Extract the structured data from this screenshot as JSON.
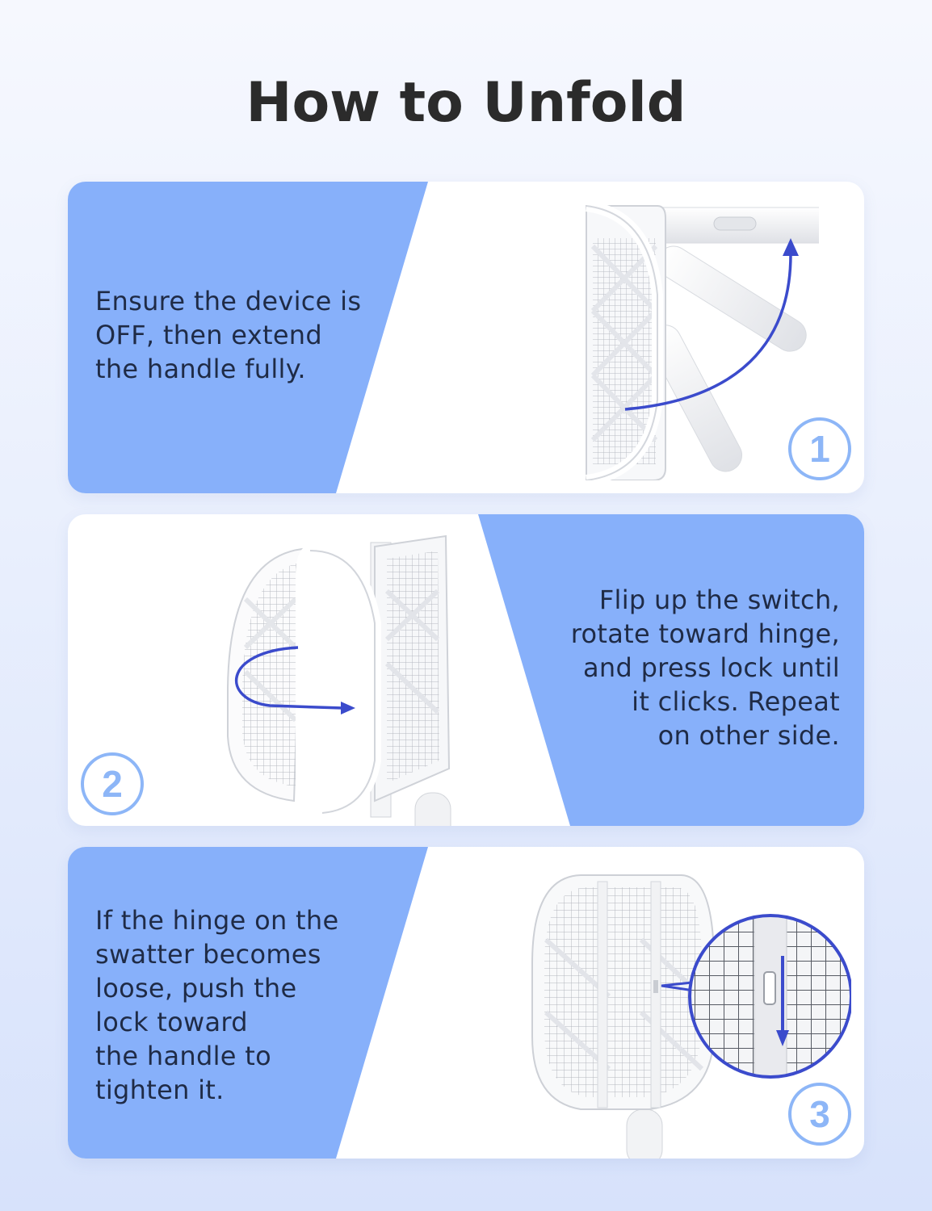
{
  "title": "How to Unfold",
  "steps": [
    {
      "number": "1",
      "lines": [
        "Ensure the device is",
        "OFF, then extend",
        "the handle fully."
      ]
    },
    {
      "number": "2",
      "lines": [
        "Flip up the switch,",
        "rotate toward hinge,",
        "and press lock until",
        "it clicks. Repeat",
        "on other side."
      ]
    },
    {
      "number": "3",
      "lines": [
        "If the hinge on the",
        "swatter becomes",
        "loose, push the",
        "lock toward",
        "the handle to",
        "tighten it."
      ]
    }
  ],
  "colors": {
    "accent_blue": "#87b0fa",
    "badge_blue": "#8db6f7",
    "arrow_blue": "#3b4bcc",
    "title_text": "#2b2b2b",
    "body_text": "#1f2b46"
  },
  "icons": [
    "step-1-badge",
    "step-2-badge",
    "step-3-badge",
    "curved-arrow-icon",
    "rotate-arrow-icon",
    "down-arrow-icon",
    "magnifier-callout"
  ]
}
